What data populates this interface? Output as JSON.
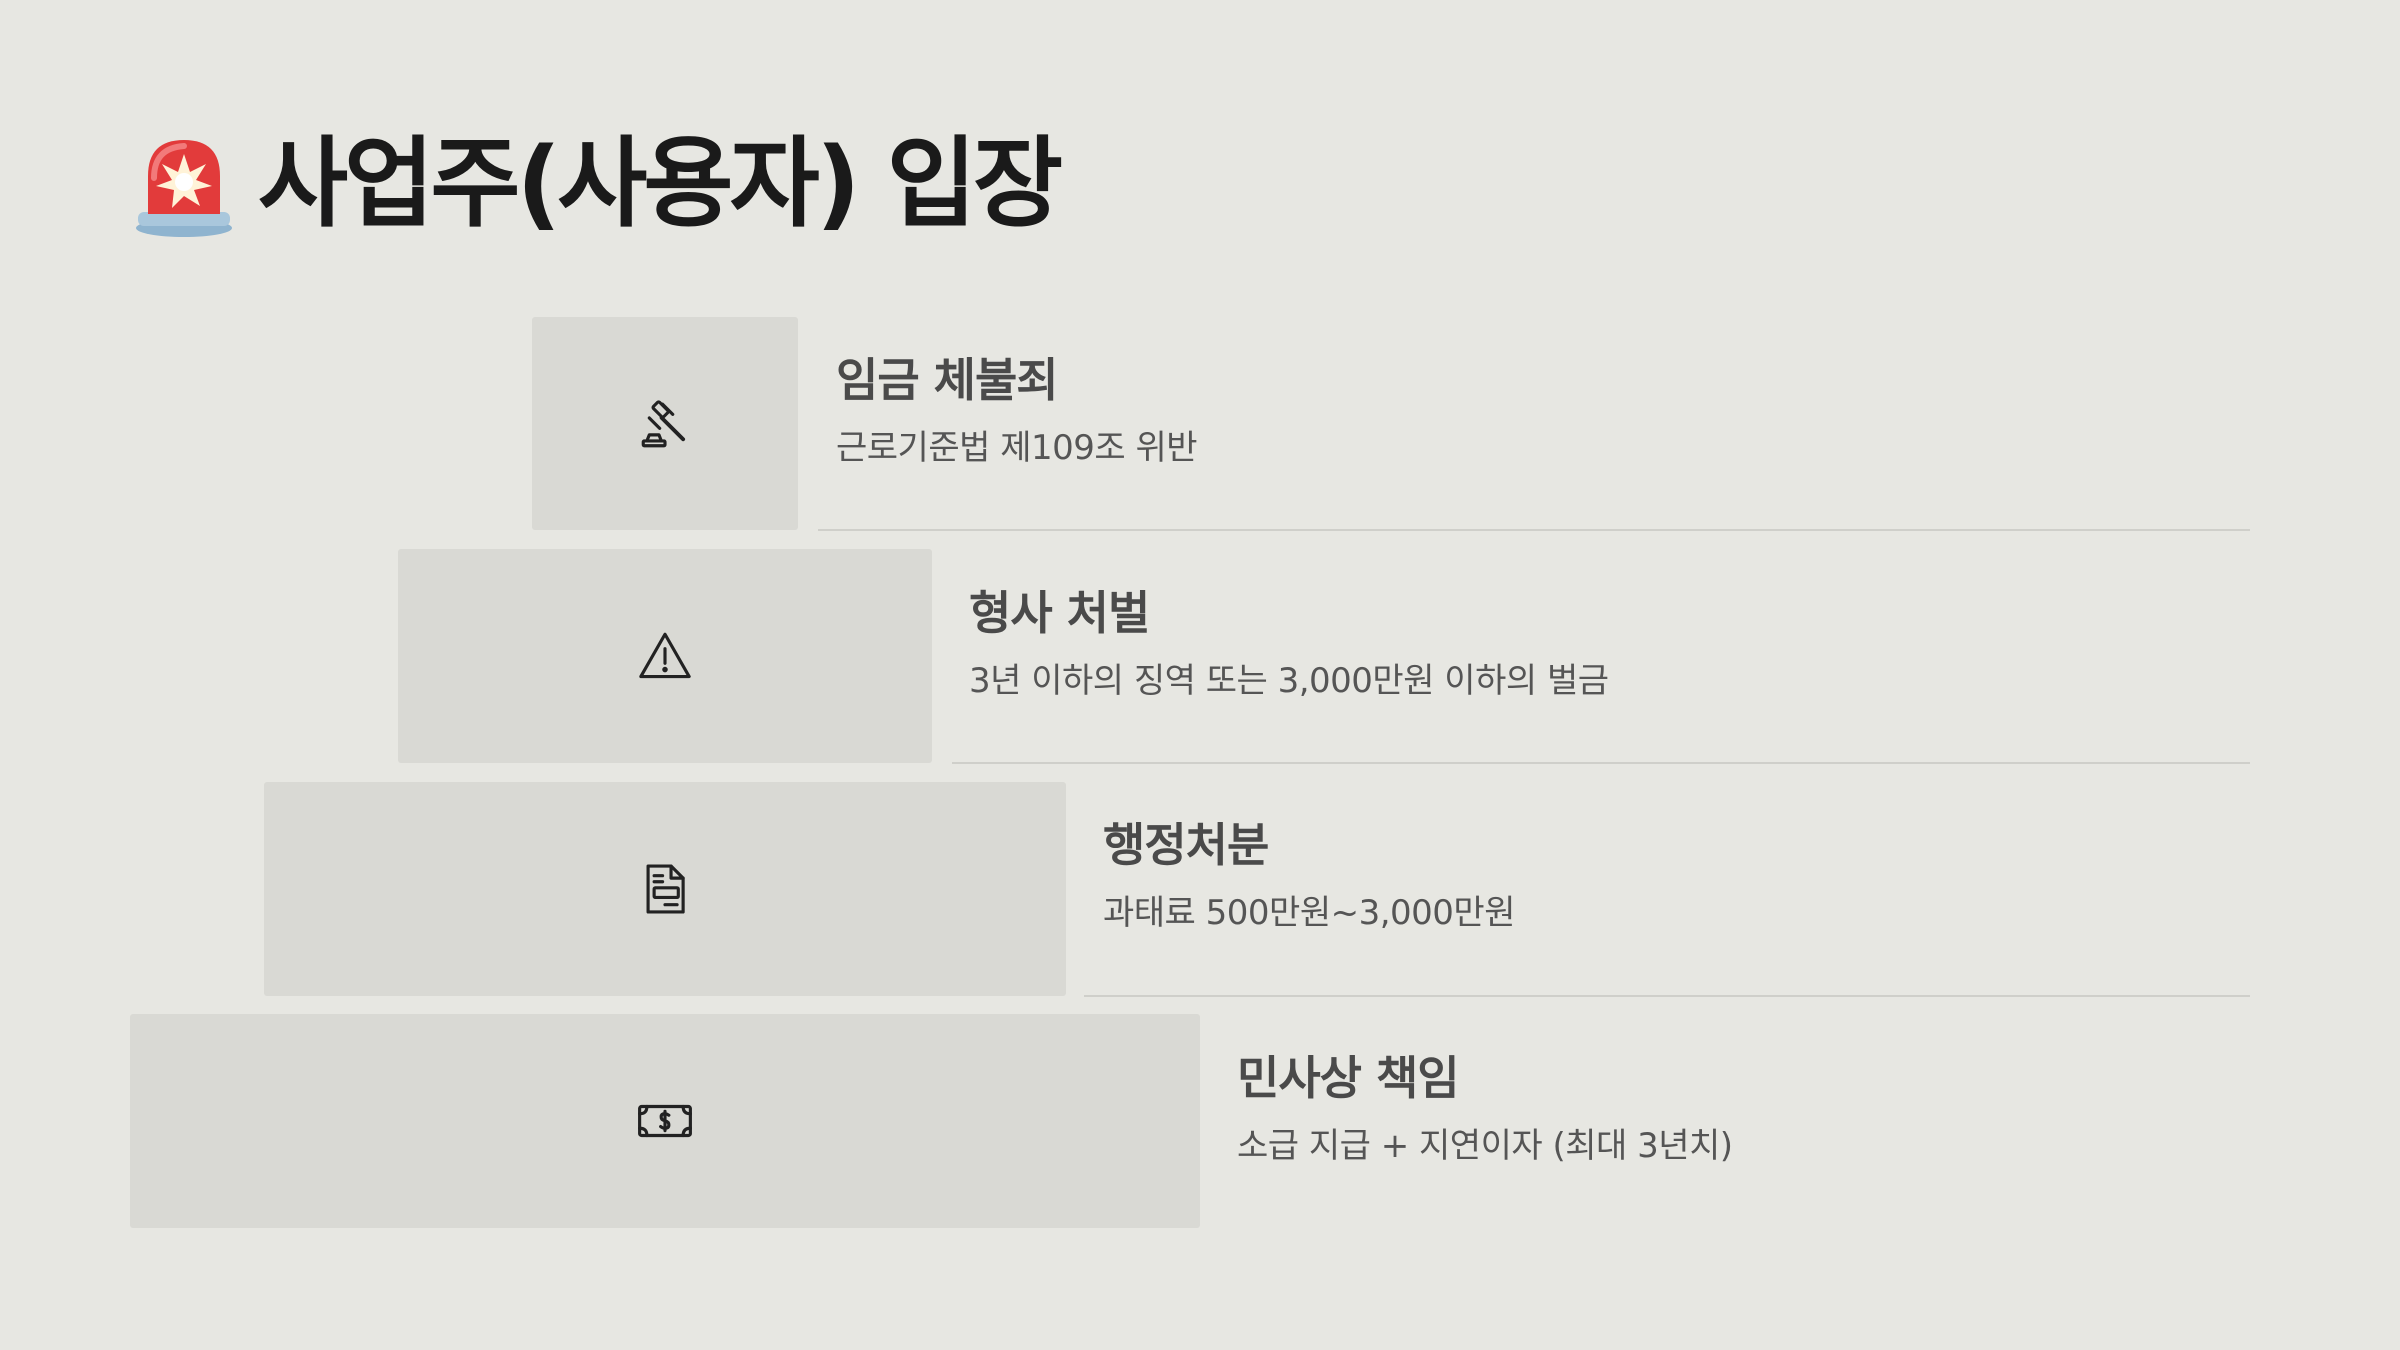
{
  "slide": {
    "title": "사업주(사용자) 입장",
    "title_icon": "police-siren-icon"
  },
  "items": [
    {
      "title": "임금 체불죄",
      "description": "근로기준법 제109조 위반",
      "icon": "gavel-icon"
    },
    {
      "title": "형사 처벌",
      "description": "3년 이하의 징역 또는 3,000만원 이하의 벌금",
      "icon": "warning-triangle-icon"
    },
    {
      "title": "행정처분",
      "description": "과태료 500만원~3,000만원",
      "icon": "document-icon"
    },
    {
      "title": "민사상 책임",
      "description": "소급 지급 + 지연이자 (최대 3년치)",
      "icon": "money-bill-icon"
    }
  ],
  "colors": {
    "background": "#e7e7e2",
    "tile": "#d9d9d4",
    "title_text": "#1a1a1a",
    "item_title_text": "#4a4a4a",
    "item_desc_text": "#555555",
    "divider": "#cfcfca",
    "siren_red": "#e23b3b",
    "siren_base": "#8fb4cf"
  }
}
